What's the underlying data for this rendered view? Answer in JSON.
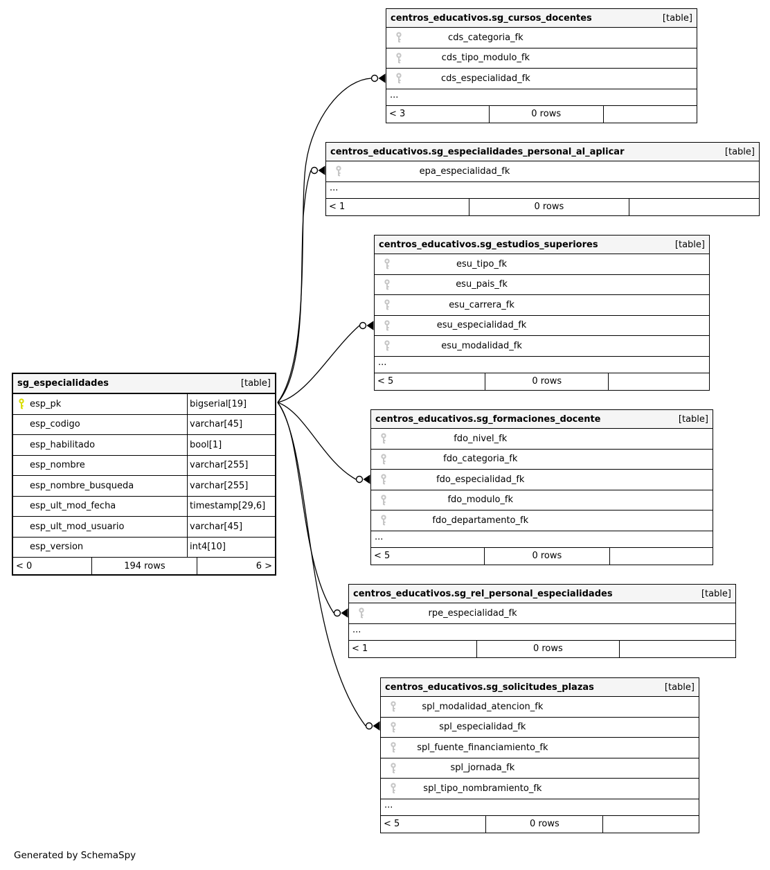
{
  "diagram": {
    "generator_note": "Generated by SchemaSpy",
    "colors": {
      "pk_key": "#dade00",
      "fk_key": "#c6c6c6",
      "header_bg": "#f5f5f5",
      "border": "#000000",
      "edge": "#000000"
    },
    "main_table": {
      "id": "sg_especialidades",
      "title": "sg_especialidades",
      "badge": "[table]",
      "columns": [
        {
          "name": "esp_pk",
          "type": "bigserial[19]",
          "key": "pk"
        },
        {
          "name": "esp_codigo",
          "type": "varchar[45]",
          "key": ""
        },
        {
          "name": "esp_habilitado",
          "type": "bool[1]",
          "key": ""
        },
        {
          "name": "esp_nombre",
          "type": "varchar[255]",
          "key": ""
        },
        {
          "name": "esp_nombre_busqueda",
          "type": "varchar[255]",
          "key": ""
        },
        {
          "name": "esp_ult_mod_fecha",
          "type": "timestamp[29,6]",
          "key": ""
        },
        {
          "name": "esp_ult_mod_usuario",
          "type": "varchar[45]",
          "key": ""
        },
        {
          "name": "esp_version",
          "type": "int4[10]",
          "key": ""
        }
      ],
      "footer": {
        "left": "< 0",
        "center": "194 rows",
        "right": "6 >"
      }
    },
    "related_tables": [
      {
        "id": "sg_cursos_docentes",
        "title": "centros_educativos.sg_cursos_docentes",
        "badge": "[table]",
        "columns": [
          {
            "name": "cds_categoria_fk",
            "key": "fk"
          },
          {
            "name": "cds_tipo_modulo_fk",
            "key": "fk"
          },
          {
            "name": "cds_especialidad_fk",
            "key": "fk"
          }
        ],
        "ellipsis": "...",
        "footer": {
          "left": "< 3",
          "center": "0 rows",
          "right": ""
        }
      },
      {
        "id": "sg_especialidades_personal_al_aplicar",
        "title": "centros_educativos.sg_especialidades_personal_al_aplicar",
        "badge": "[table]",
        "columns": [
          {
            "name": "epa_especialidad_fk",
            "key": "fk"
          }
        ],
        "ellipsis": "...",
        "footer": {
          "left": "< 1",
          "center": "0 rows",
          "right": ""
        }
      },
      {
        "id": "sg_estudios_superiores",
        "title": "centros_educativos.sg_estudios_superiores",
        "badge": "[table]",
        "columns": [
          {
            "name": "esu_tipo_fk",
            "key": "fk"
          },
          {
            "name": "esu_pais_fk",
            "key": "fk"
          },
          {
            "name": "esu_carrera_fk",
            "key": "fk"
          },
          {
            "name": "esu_especialidad_fk",
            "key": "fk"
          },
          {
            "name": "esu_modalidad_fk",
            "key": "fk"
          }
        ],
        "ellipsis": "...",
        "footer": {
          "left": "< 5",
          "center": "0 rows",
          "right": ""
        }
      },
      {
        "id": "sg_formaciones_docente",
        "title": "centros_educativos.sg_formaciones_docente",
        "badge": "[table]",
        "columns": [
          {
            "name": "fdo_nivel_fk",
            "key": "fk"
          },
          {
            "name": "fdo_categoria_fk",
            "key": "fk"
          },
          {
            "name": "fdo_especialidad_fk",
            "key": "fk"
          },
          {
            "name": "fdo_modulo_fk",
            "key": "fk"
          },
          {
            "name": "fdo_departamento_fk",
            "key": "fk"
          }
        ],
        "ellipsis": "...",
        "footer": {
          "left": "< 5",
          "center": "0 rows",
          "right": ""
        }
      },
      {
        "id": "sg_rel_personal_especialidades",
        "title": "centros_educativos.sg_rel_personal_especialidades",
        "badge": "[table]",
        "columns": [
          {
            "name": "rpe_especialidad_fk",
            "key": "fk"
          }
        ],
        "ellipsis": "...",
        "footer": {
          "left": "< 1",
          "center": "0 rows",
          "right": ""
        }
      },
      {
        "id": "sg_solicitudes_plazas",
        "title": "centros_educativos.sg_solicitudes_plazas",
        "badge": "[table]",
        "columns": [
          {
            "name": "spl_modalidad_atencion_fk",
            "key": "fk"
          },
          {
            "name": "spl_especialidad_fk",
            "key": "fk"
          },
          {
            "name": "spl_fuente_financiamiento_fk",
            "key": "fk"
          },
          {
            "name": "spl_jornada_fk",
            "key": "fk"
          },
          {
            "name": "spl_tipo_nombramiento_fk",
            "key": "fk"
          }
        ],
        "ellipsis": "...",
        "footer": {
          "left": "< 5",
          "center": "0 rows",
          "right": ""
        }
      }
    ],
    "relationships": [
      {
        "from_table": "sg_cursos_docentes",
        "from_column": "cds_especialidad_fk",
        "to_table": "sg_especialidades",
        "to_column": "esp_pk"
      },
      {
        "from_table": "sg_especialidades_personal_al_aplicar",
        "from_column": "epa_especialidad_fk",
        "to_table": "sg_especialidades",
        "to_column": "esp_pk"
      },
      {
        "from_table": "sg_estudios_superiores",
        "from_column": "esu_especialidad_fk",
        "to_table": "sg_especialidades",
        "to_column": "esp_pk"
      },
      {
        "from_table": "sg_formaciones_docente",
        "from_column": "fdo_especialidad_fk",
        "to_table": "sg_especialidades",
        "to_column": "esp_pk"
      },
      {
        "from_table": "sg_rel_personal_especialidades",
        "from_column": "rpe_especialidad_fk",
        "to_table": "sg_especialidades",
        "to_column": "esp_pk"
      },
      {
        "from_table": "sg_solicitudes_plazas",
        "from_column": "spl_especialidad_fk",
        "to_table": "sg_especialidades",
        "to_column": "esp_pk"
      }
    ]
  }
}
